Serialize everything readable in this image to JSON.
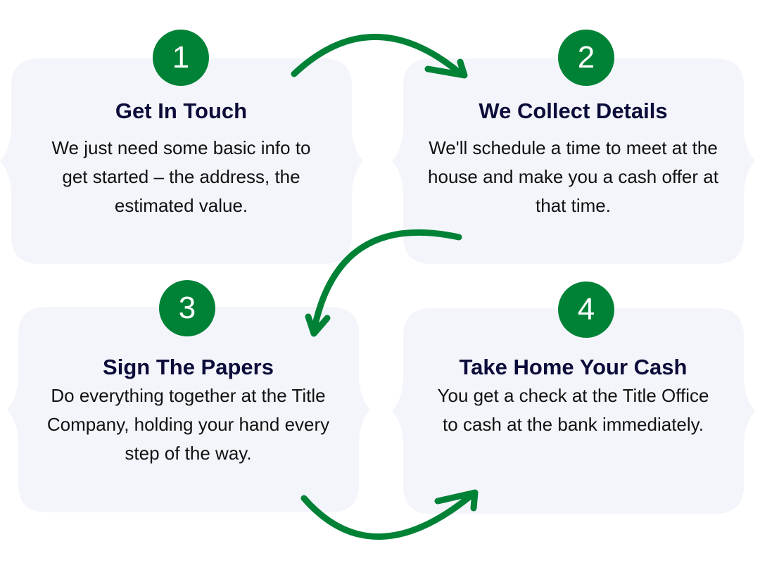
{
  "colors": {
    "accent": "#008236",
    "card": "#f3f5fb",
    "title": "#0c0c3a"
  },
  "steps": [
    {
      "number": "1",
      "title": "Get In Touch",
      "description": "We just need some basic info to get started – the address, the estimated value."
    },
    {
      "number": "2",
      "title": "We Collect Details",
      "description": "We'll schedule a time to meet at the house and make you a cash offer at that time."
    },
    {
      "number": "3",
      "title": "Sign The Papers",
      "description": "Do everything together at the Title Company, holding your hand every step of the way."
    },
    {
      "number": "4",
      "title": "Take Home Your Cash",
      "description": "You get a check at the Title Office to cash at the bank immediately."
    }
  ]
}
